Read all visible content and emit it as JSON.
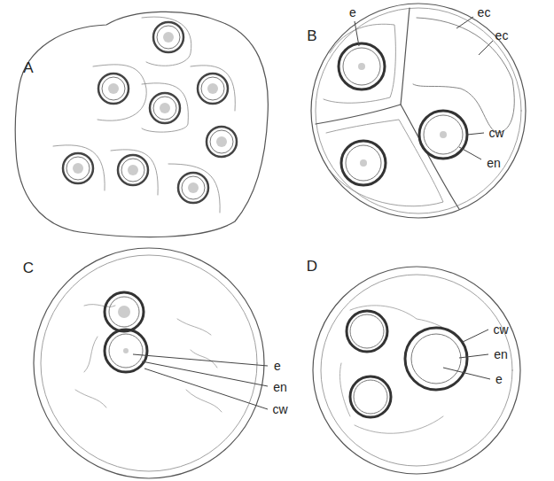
{
  "diagram": {
    "labels": [
      "A",
      "B",
      "e",
      "ec",
      "ec",
      "cw",
      "en",
      "C",
      "e",
      "en",
      "cw",
      "D",
      "cw",
      "en",
      "e"
    ]
  }
}
